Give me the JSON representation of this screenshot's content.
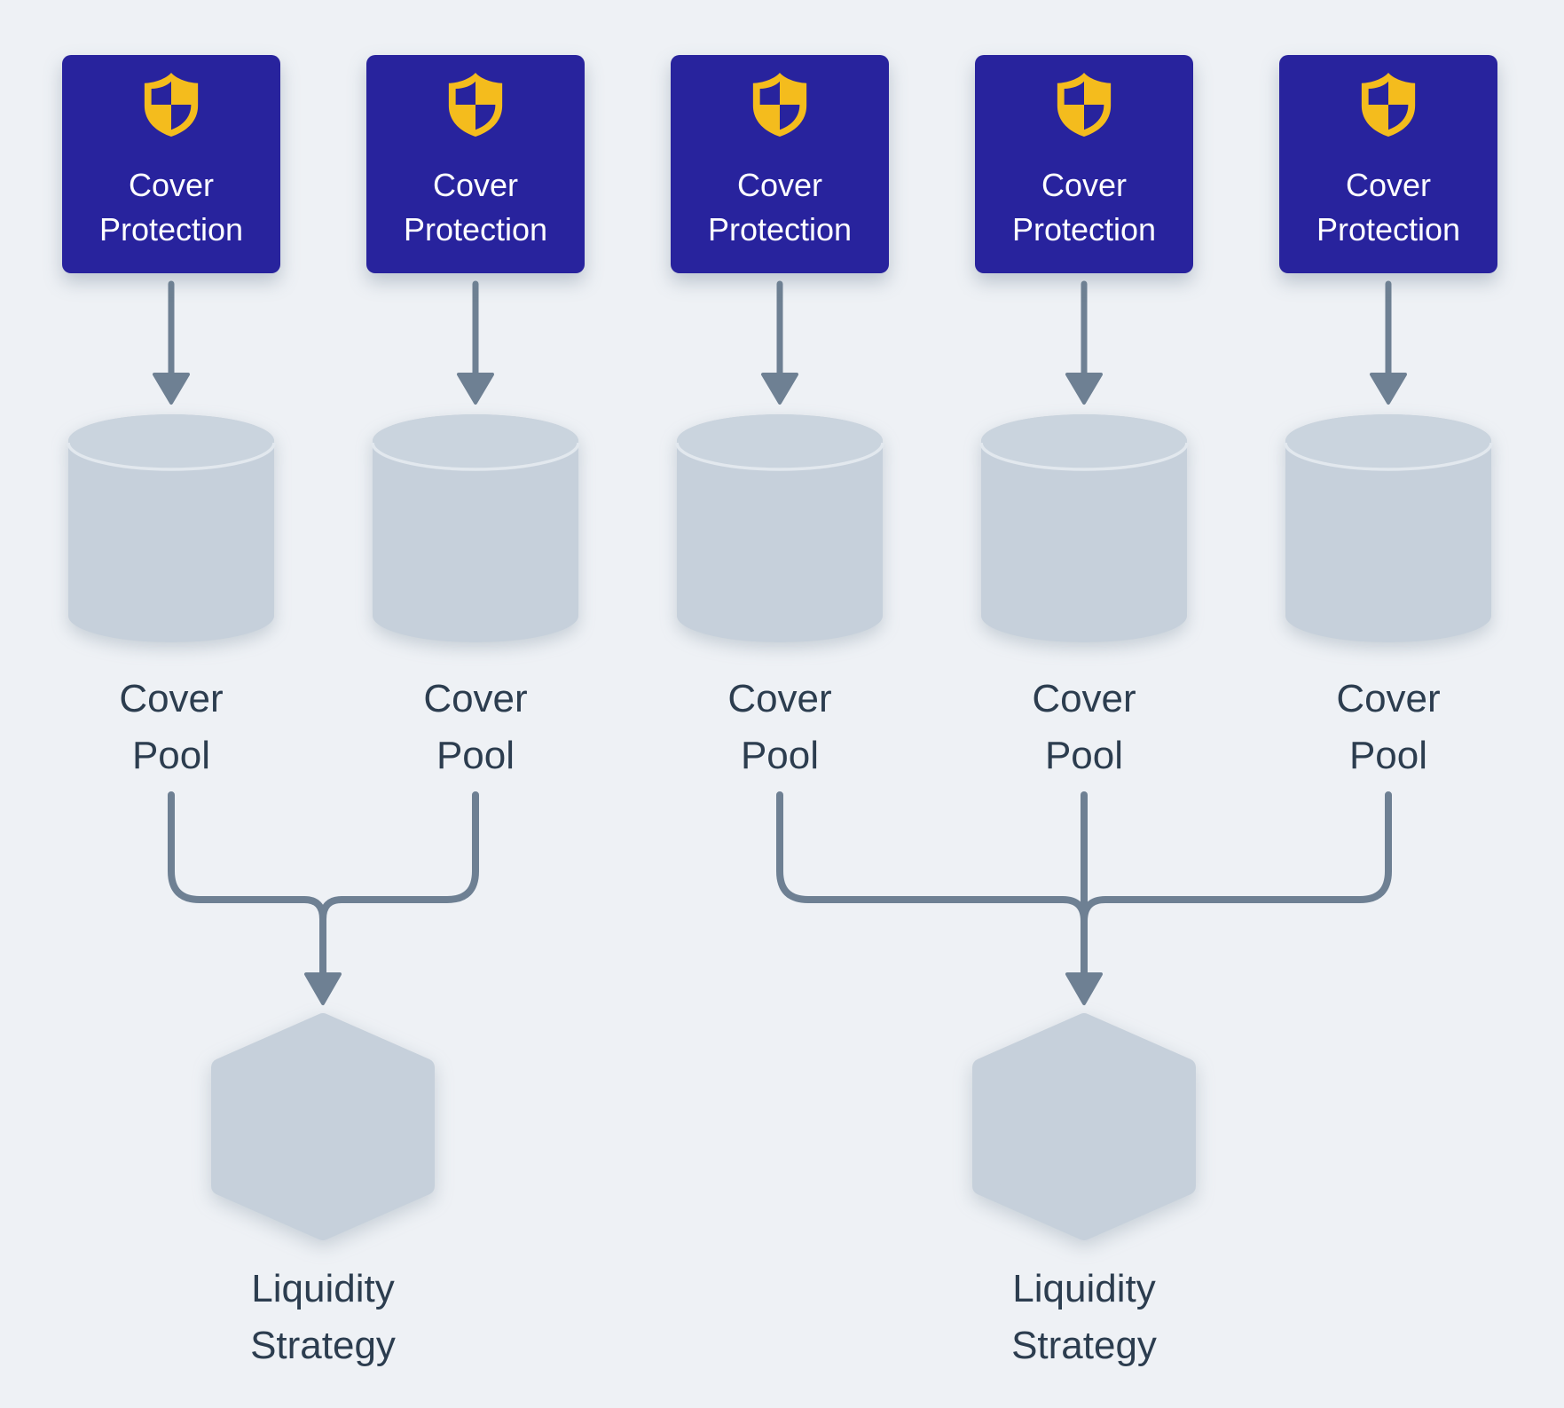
{
  "colors": {
    "background": "#eef1f5",
    "box_bg": "#28239d",
    "box_text": "#ffffff",
    "shield_gold": "#f4bc1d",
    "node_fill": "#c6d0db",
    "node_top": "#cad4de",
    "node_highlight": "#e2e8ee",
    "connector": "#6e8093",
    "label_text": "#2c3d4f"
  },
  "groups": [
    {
      "strategy_label": "Liquidity Strategy",
      "columns": [
        {
          "protection_label": "Cover Protection",
          "pool_label": "Cover Pool"
        },
        {
          "protection_label": "Cover Protection",
          "pool_label": "Cover Pool"
        }
      ]
    },
    {
      "strategy_label": "Liquidity Strategy",
      "columns": [
        {
          "protection_label": "Cover Protection",
          "pool_label": "Cover Pool"
        },
        {
          "protection_label": "Cover Protection",
          "pool_label": "Cover Pool"
        },
        {
          "protection_label": "Cover Protection",
          "pool_label": "Cover Pool"
        }
      ]
    }
  ]
}
